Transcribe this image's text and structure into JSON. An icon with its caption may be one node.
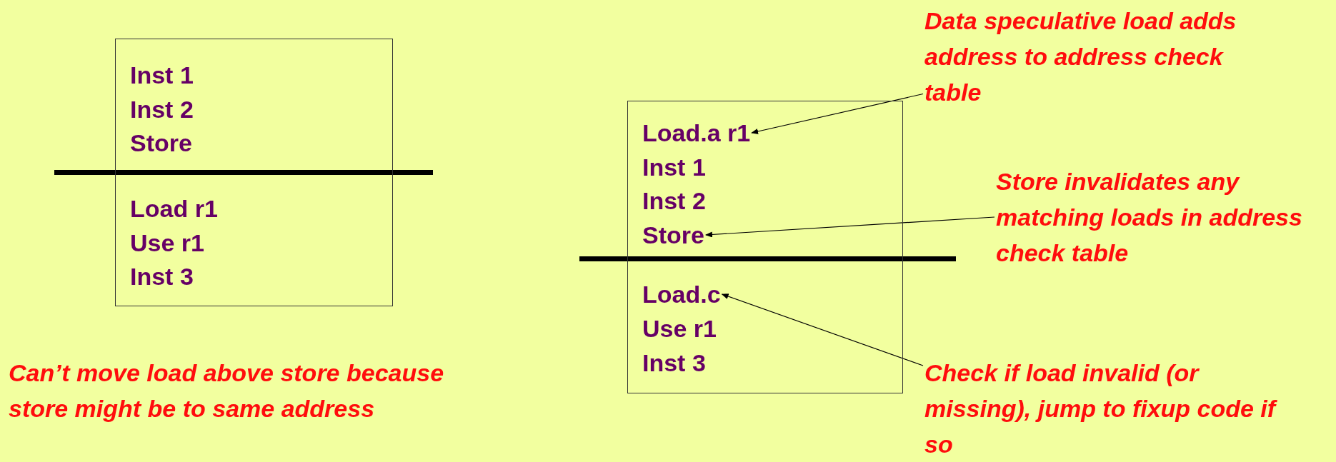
{
  "diagram": {
    "nodes": [
      {
        "text": [],
        "shape": "box"
      },
      {
        "text": [
          "Inst 1"
        ],
        "in": 0
      },
      {
        "text": [
          "Inst 2"
        ],
        "in": 0
      },
      {
        "text": [
          "Store"
        ],
        "in": 0
      },
      {
        "text": [
          "Load r1"
        ],
        "in": 0
      },
      {
        "text": [
          "Use r1"
        ],
        "in": 0
      },
      {
        "text": [
          "Inst 3"
        ],
        "in": 0
      },
      {
        "text": [],
        "shape": "box"
      },
      {
        "text": [
          "Load.a r1"
        ],
        "in": 7
      },
      {
        "text": [
          "Inst 1"
        ],
        "in": 7
      },
      {
        "text": [
          "Inst 2"
        ],
        "in": 7
      },
      {
        "text": [
          "Store"
        ],
        "in": 7
      },
      {
        "text": [
          "Load.c"
        ],
        "in": 7
      },
      {
        "text": [
          "Use r1"
        ],
        "in": 7
      },
      {
        "text": [
          "Inst 3"
        ],
        "in": 7
      },
      {
        "text": [
          "Data speculative load adds address to address check table"
        ]
      },
      {
        "text": [
          "Store invalidates any matching loads in address check table"
        ]
      },
      {
        "text": [
          "Check if load invalid (or missing), jump to fixup code if so"
        ]
      }
    ],
    "edges": [
      {
        "from": 15,
        "to": 8,
        "arrow": "to"
      },
      {
        "from": 16,
        "to": 11,
        "arrow": "to"
      },
      {
        "from": 17,
        "to": 12,
        "arrow": "to"
      }
    ],
    "labels": [
      "Can’t move load above store because store might be to same address"
    ]
  }
}
